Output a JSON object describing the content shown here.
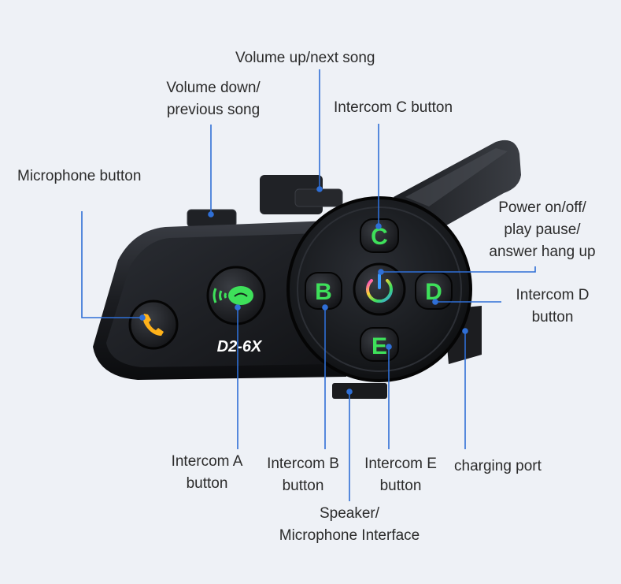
{
  "device": {
    "model": "D2-6X",
    "accent_color": "#2f6fd6",
    "button_letter_color": "#3ee05a",
    "buttons": [
      {
        "id": "C",
        "letter": "C"
      },
      {
        "id": "B",
        "letter": "B"
      },
      {
        "id": "D",
        "letter": "D"
      },
      {
        "id": "E",
        "letter": "E"
      }
    ],
    "icons": {
      "phone": "phone-icon",
      "intercom": "intercom-a-icon",
      "power": "power-icon"
    }
  },
  "labels": {
    "volume_up": "Volume up/next song",
    "volume_down": [
      "Volume down/",
      "previous song"
    ],
    "intercom_c": "Intercom C button",
    "microphone": "Microphone button",
    "power": [
      "Power on/off/",
      "play pause/",
      "answer hang up"
    ],
    "intercom_d": [
      "Intercom D",
      "button"
    ],
    "intercom_a": [
      "Intercom A",
      "button"
    ],
    "intercom_b": [
      "Intercom B",
      "button"
    ],
    "intercom_e": [
      "Intercom E",
      "button"
    ],
    "charging": "charging port",
    "speaker": [
      "Speaker/",
      "Microphone Interface"
    ]
  }
}
